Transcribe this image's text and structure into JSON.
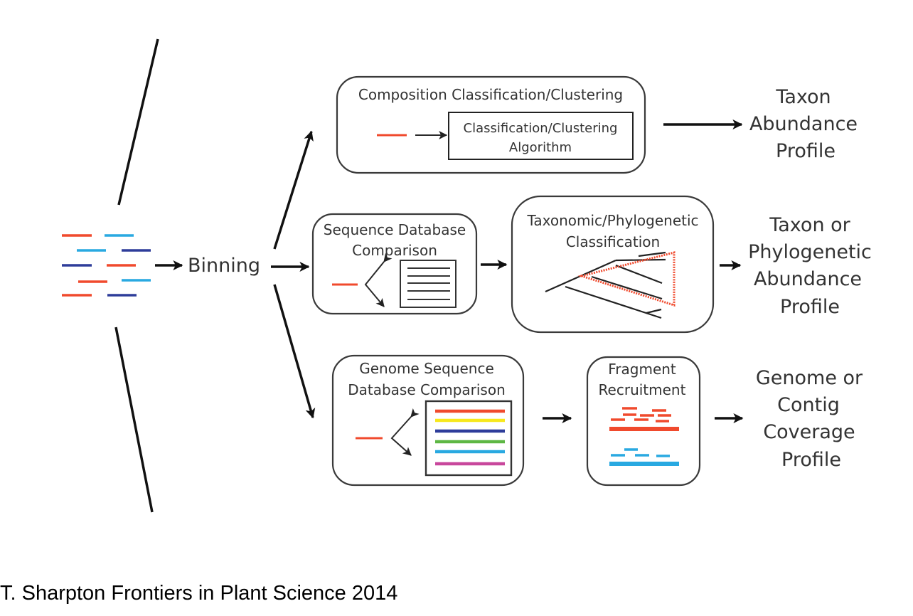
{
  "diagram": {
    "input_label": "",
    "binning_label": "Binning",
    "colors": {
      "red": "#f04a2d",
      "light_blue": "#29a9e1",
      "dark_blue": "#2e3d9a",
      "yellow": "#f7e81c",
      "green": "#5db744",
      "magenta": "#c8479c",
      "line": "#111111",
      "text": "#333333"
    },
    "top_branch": {
      "box_title": "Composition Classification/Clustering",
      "inner_box_line1": "Classification/Clustering",
      "inner_box_line2": "Algorithm",
      "output_lines": [
        "Taxon",
        "Abundance",
        "Profile"
      ]
    },
    "middle_branch": {
      "step1_line1": "Sequence Database",
      "step1_line2": "Comparison",
      "step2_line1": "Taxonomic/Phylogenetic",
      "step2_line2": "Classification",
      "output_lines": [
        "Taxon or",
        "Phylogenetic",
        "Abundance",
        "Profile"
      ]
    },
    "bottom_branch": {
      "step1_line1": "Genome Sequence",
      "step1_line2": "Database Comparison",
      "step2_line1": "Fragment",
      "step2_line2": "Recruitment",
      "output_lines": [
        "Genome or",
        "Contig",
        "Coverage",
        "Profile"
      ]
    },
    "reads": [
      {
        "color": "red"
      },
      {
        "color": "light_blue"
      },
      {
        "color": "light_blue"
      },
      {
        "color": "dark_blue"
      },
      {
        "color": "dark_blue"
      },
      {
        "color": "red"
      },
      {
        "color": "red"
      },
      {
        "color": "light_blue"
      },
      {
        "color": "red"
      },
      {
        "color": "dark_blue"
      }
    ],
    "genome_db_colors": [
      "red",
      "yellow",
      "dark_blue",
      "green",
      "light_blue",
      "magenta"
    ]
  },
  "caption": "T. Sharpton Frontiers in Plant Science 2014"
}
